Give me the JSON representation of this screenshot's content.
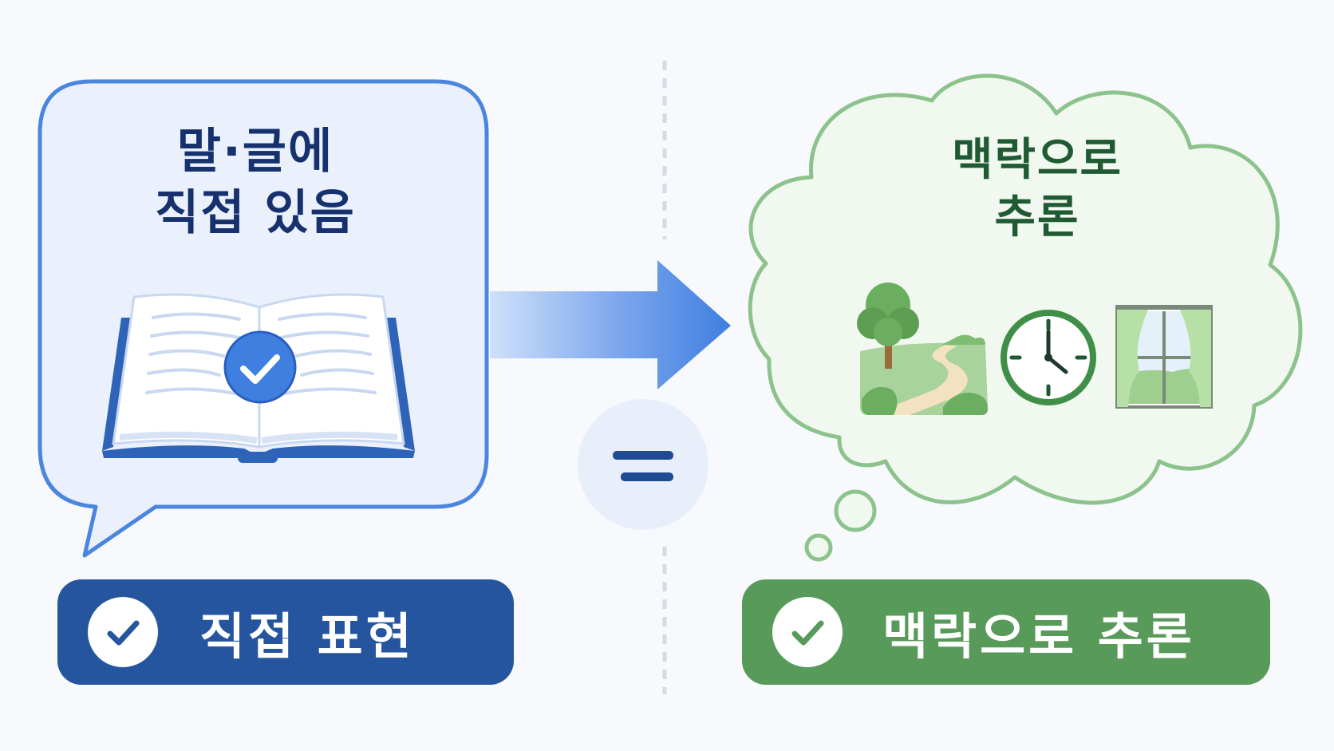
{
  "left": {
    "heading_line1": "말·글에",
    "heading_line2": "직접 있음",
    "label": "직접 표현",
    "icons": [
      "open-book-icon",
      "check-badge-icon",
      "check-icon"
    ],
    "accent_color": "#24559e"
  },
  "center": {
    "icons": [
      "arrow-right-icon",
      "equals-icon"
    ]
  },
  "right": {
    "heading_line1": "맥락으로",
    "heading_line2": "추론",
    "label": "맥락으로 추론",
    "icons": [
      "landscape-path-icon",
      "clock-icon",
      "window-icon",
      "check-icon"
    ],
    "accent_color": "#579a59"
  }
}
